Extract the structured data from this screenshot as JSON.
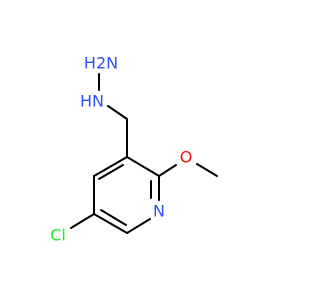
{
  "structure": {
    "atoms": {
      "hydrazine_terminal": "H2N",
      "hydrazine_inner": "HN",
      "methoxy_oxygen": "O",
      "ring_nitrogen": "N",
      "chlorine": "Cl"
    },
    "colors": {
      "nitrogen": "#3050F8",
      "oxygen": "#FF0D0D",
      "chlorine": "#1FF01F",
      "bond": "#000000",
      "background": "#FFFFFF"
    }
  }
}
